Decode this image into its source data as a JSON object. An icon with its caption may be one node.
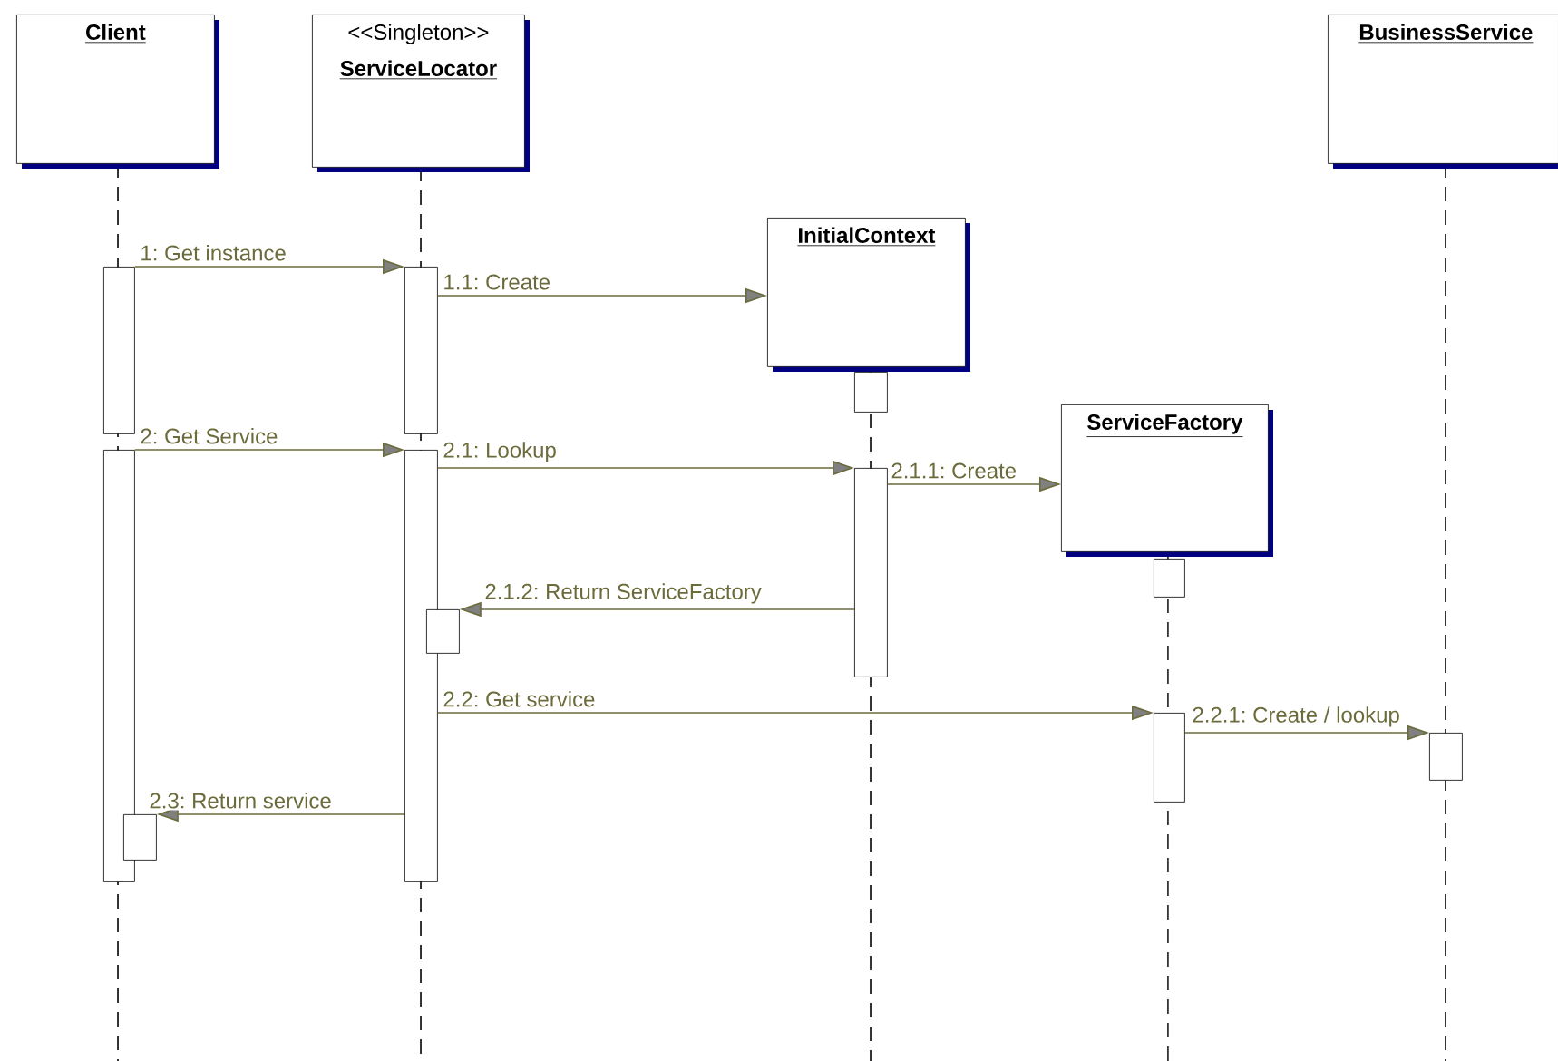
{
  "diagram": {
    "nodes": [
      {
        "text": [
          "Client"
        ]
      },
      {
        "text": [
          "<<Singleton>>",
          "ServiceLocator"
        ]
      },
      {
        "text": [
          "InitialContext"
        ]
      },
      {
        "text": [
          "ServiceFactory"
        ]
      },
      {
        "text": [
          "BusinessService"
        ]
      },
      {
        "text": [],
        "shape": "bar"
      },
      {
        "text": [],
        "shape": "bar"
      },
      {
        "text": [],
        "shape": "bar"
      },
      {
        "text": [],
        "shape": "bar"
      },
      {
        "text": [],
        "shape": "bar"
      },
      {
        "text": [],
        "shape": "bar"
      },
      {
        "text": [],
        "shape": "bar"
      },
      {
        "text": [],
        "shape": "bar"
      },
      {
        "text": [],
        "shape": "bar"
      },
      {
        "text": [],
        "shape": "bar"
      },
      {
        "text": [],
        "shape": "bar"
      }
    ],
    "edges": [
      {
        "from": 5,
        "to": 8,
        "arrow": "to",
        "label": "1: Get instance"
      },
      {
        "from": 8,
        "to": 2,
        "arrow": "to",
        "label": "1.1: Create"
      },
      {
        "from": 6,
        "to": 9,
        "arrow": "to",
        "label": "2: Get Service"
      },
      {
        "from": 9,
        "to": 12,
        "arrow": "to",
        "label": "2.1: Lookup"
      },
      {
        "from": 12,
        "to": 3,
        "arrow": "to",
        "label": "2.1.1: Create"
      },
      {
        "from": 12,
        "to": 10,
        "arrow": "to",
        "label": "2.1.2: Return ServiceFactory"
      },
      {
        "from": 9,
        "to": 14,
        "arrow": "to",
        "label": "2.2: Get service"
      },
      {
        "from": 14,
        "to": 15,
        "arrow": "to",
        "label": "2.2.1: Create / lookup"
      },
      {
        "from": 9,
        "to": 7,
        "arrow": "to",
        "label": "2.3: Return service"
      }
    ]
  }
}
